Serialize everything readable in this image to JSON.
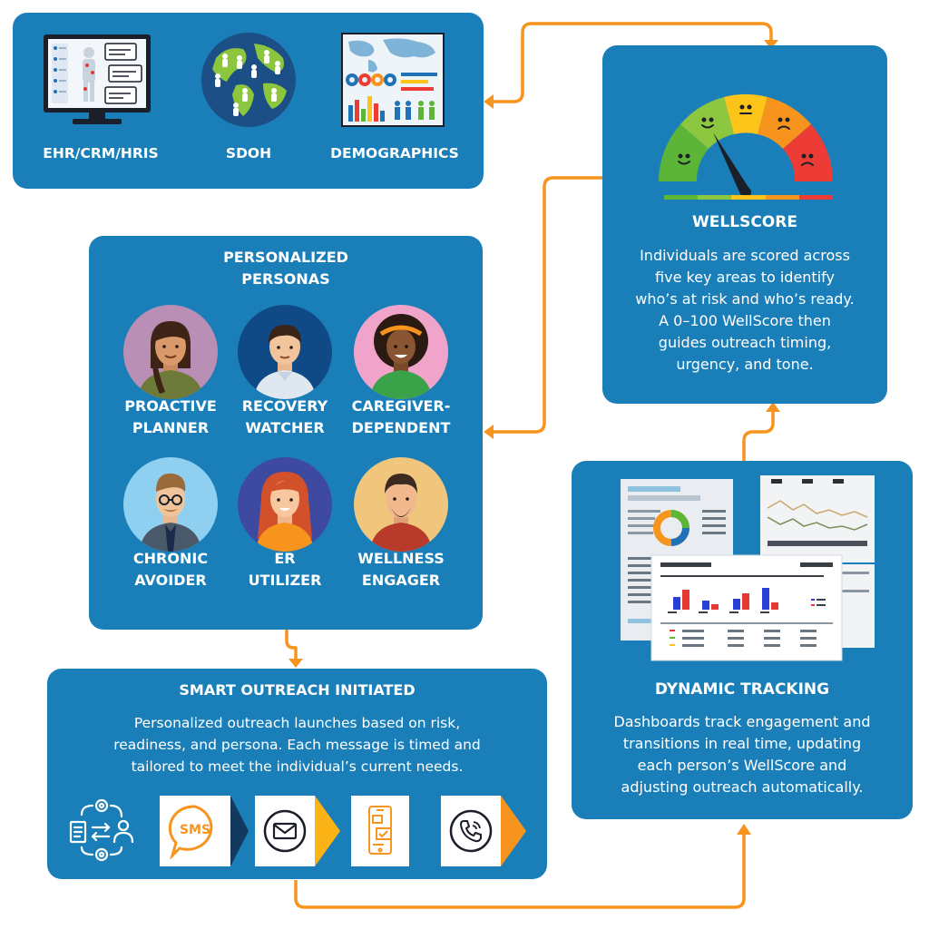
{
  "data_sources": {
    "items": [
      {
        "label": "EHR/CRM/HRIS",
        "icon": "ehr-monitor-icon"
      },
      {
        "label": "SDOH",
        "icon": "globe-people-icon"
      },
      {
        "label": "DEMOGRAPHICS",
        "icon": "demographics-map-icon"
      }
    ]
  },
  "wellscore": {
    "title": "WELLSCORE",
    "lines": [
      "Individuals are scored across",
      "five key areas to identify",
      "who’s at risk and who’s ready.",
      "A 0–100 WellScore then",
      "guides outreach timing,",
      "urgency, and tone."
    ],
    "icon": "score-gauge-icon",
    "gauge_colors": [
      "#5cb536",
      "#8dc63f",
      "#fcc418",
      "#f7941d",
      "#ed3b36"
    ]
  },
  "personas": {
    "title_lines": [
      "PERSONALIZED",
      "PERSONAS"
    ],
    "items": [
      {
        "line1": "PROACTIVE",
        "line2": "PLANNER",
        "bg": "#b98fb6"
      },
      {
        "line1": "RECOVERY",
        "line2": "WATCHER",
        "bg": "#0f4a86"
      },
      {
        "line1": "CAREGIVER-",
        "line2": "DEPENDENT",
        "bg": "#f0a4c9"
      },
      {
        "line1": "CHRONIC",
        "line2": "AVOIDER",
        "bg": "#8fd0f0"
      },
      {
        "line1": "ER",
        "line2": "UTILIZER",
        "bg": "#3e4aa0"
      },
      {
        "line1": "WELLNESS",
        "line2": "ENGAGER",
        "bg": "#efc67c"
      }
    ]
  },
  "outreach": {
    "title": "SMART OUTREACH INITIATED",
    "lines": [
      "Personalized outreach launches based on risk,",
      "readiness, and persona. Each message is timed and",
      "tailored to meet the individual’s current needs."
    ],
    "sms_label": "SMS",
    "icons": [
      "workflow-gears-icon",
      "sms-bubble-icon",
      "email-icon",
      "mobile-app-icon",
      "phone-call-icon"
    ]
  },
  "tracking": {
    "title": "DYNAMIC TRACKING",
    "lines": [
      "Dashboards track engagement and",
      "transitions in real time, updating",
      "each person’s WellScore and",
      "adjusting outreach automatically."
    ],
    "icon": "dashboard-screens-icon"
  },
  "colors": {
    "card_blue": "#1a7fb9",
    "connector_orange": "#f7941d"
  }
}
